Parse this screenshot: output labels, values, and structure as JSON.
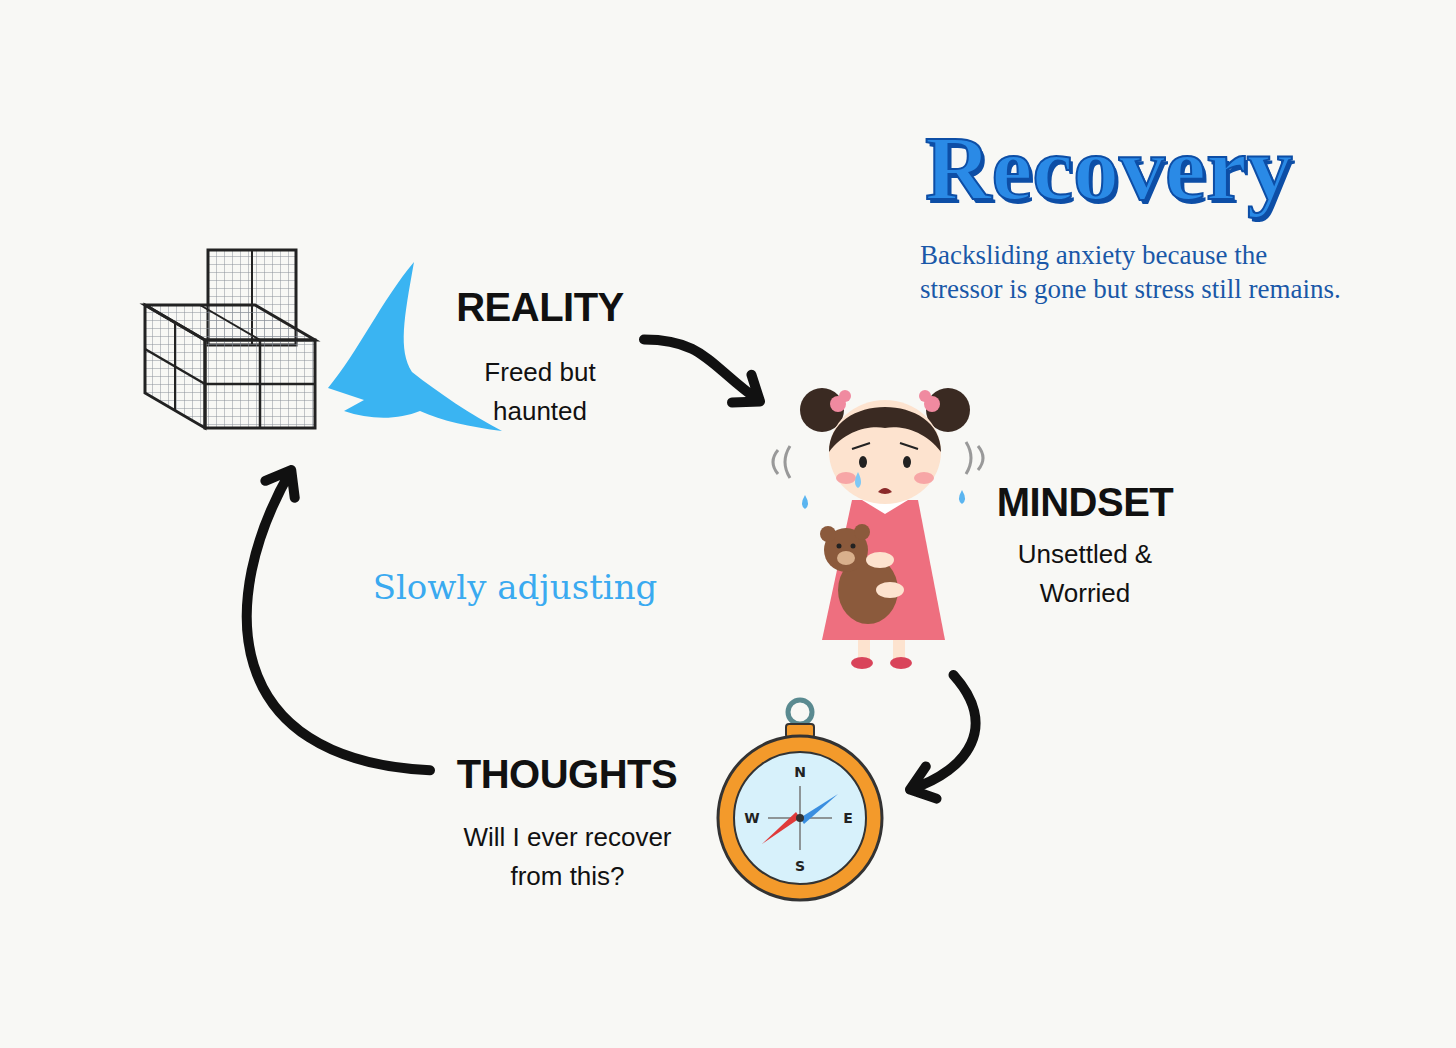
{
  "diagram": {
    "title": "Recovery",
    "caption": "Backsliding anxiety because the stressor is gone but stress still remains.",
    "nodes": [
      {
        "text": [
          "REALITY",
          "Freed but haunted"
        ]
      },
      {
        "text": [
          "MINDSET",
          "Unsettled & Worried"
        ]
      },
      {
        "text": [
          "THOUGHTS",
          "Will I ever recover from this?"
        ]
      }
    ],
    "edges": [
      {
        "from": 0,
        "to": 1,
        "arrow": "to"
      },
      {
        "from": 1,
        "to": 2,
        "arrow": "to"
      },
      {
        "from": 2,
        "to": 0,
        "arrow": "to"
      }
    ],
    "labels": [
      "Slowly adjusting",
      "N",
      "E",
      "S",
      "W"
    ]
  }
}
